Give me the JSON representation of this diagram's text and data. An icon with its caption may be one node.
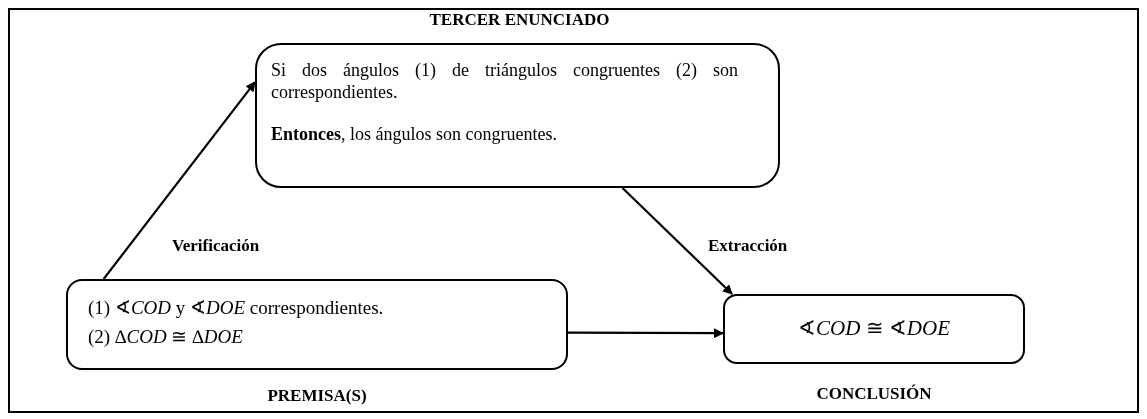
{
  "diagram": {
    "nodes": [
      {
        "text": [
          "TERCER ENUNCIADO",
          "Si dos ángulos (1) de triángulos congruentes (2) son correspondientes.",
          "**Entonces**, los ángulos son congruentes."
        ]
      },
      {
        "text": [
          "(1) ∢*COD* y ∢*DOE* correspondientes.",
          "(2) ∆*COD* ≅ ∆*DOE*",
          "PREMISA(S)"
        ]
      },
      {
        "text": [
          "∢*COD* ≅ ∢*DOE*",
          "CONCLUSIÓN"
        ]
      }
    ],
    "edges": [
      {
        "from": 1,
        "to": 0,
        "arrow": "to",
        "label": "Verificación"
      },
      {
        "from": 0,
        "to": 2,
        "arrow": "to",
        "label": "Extracción"
      },
      {
        "from": 1,
        "to": 2,
        "arrow": "to"
      }
    ]
  }
}
